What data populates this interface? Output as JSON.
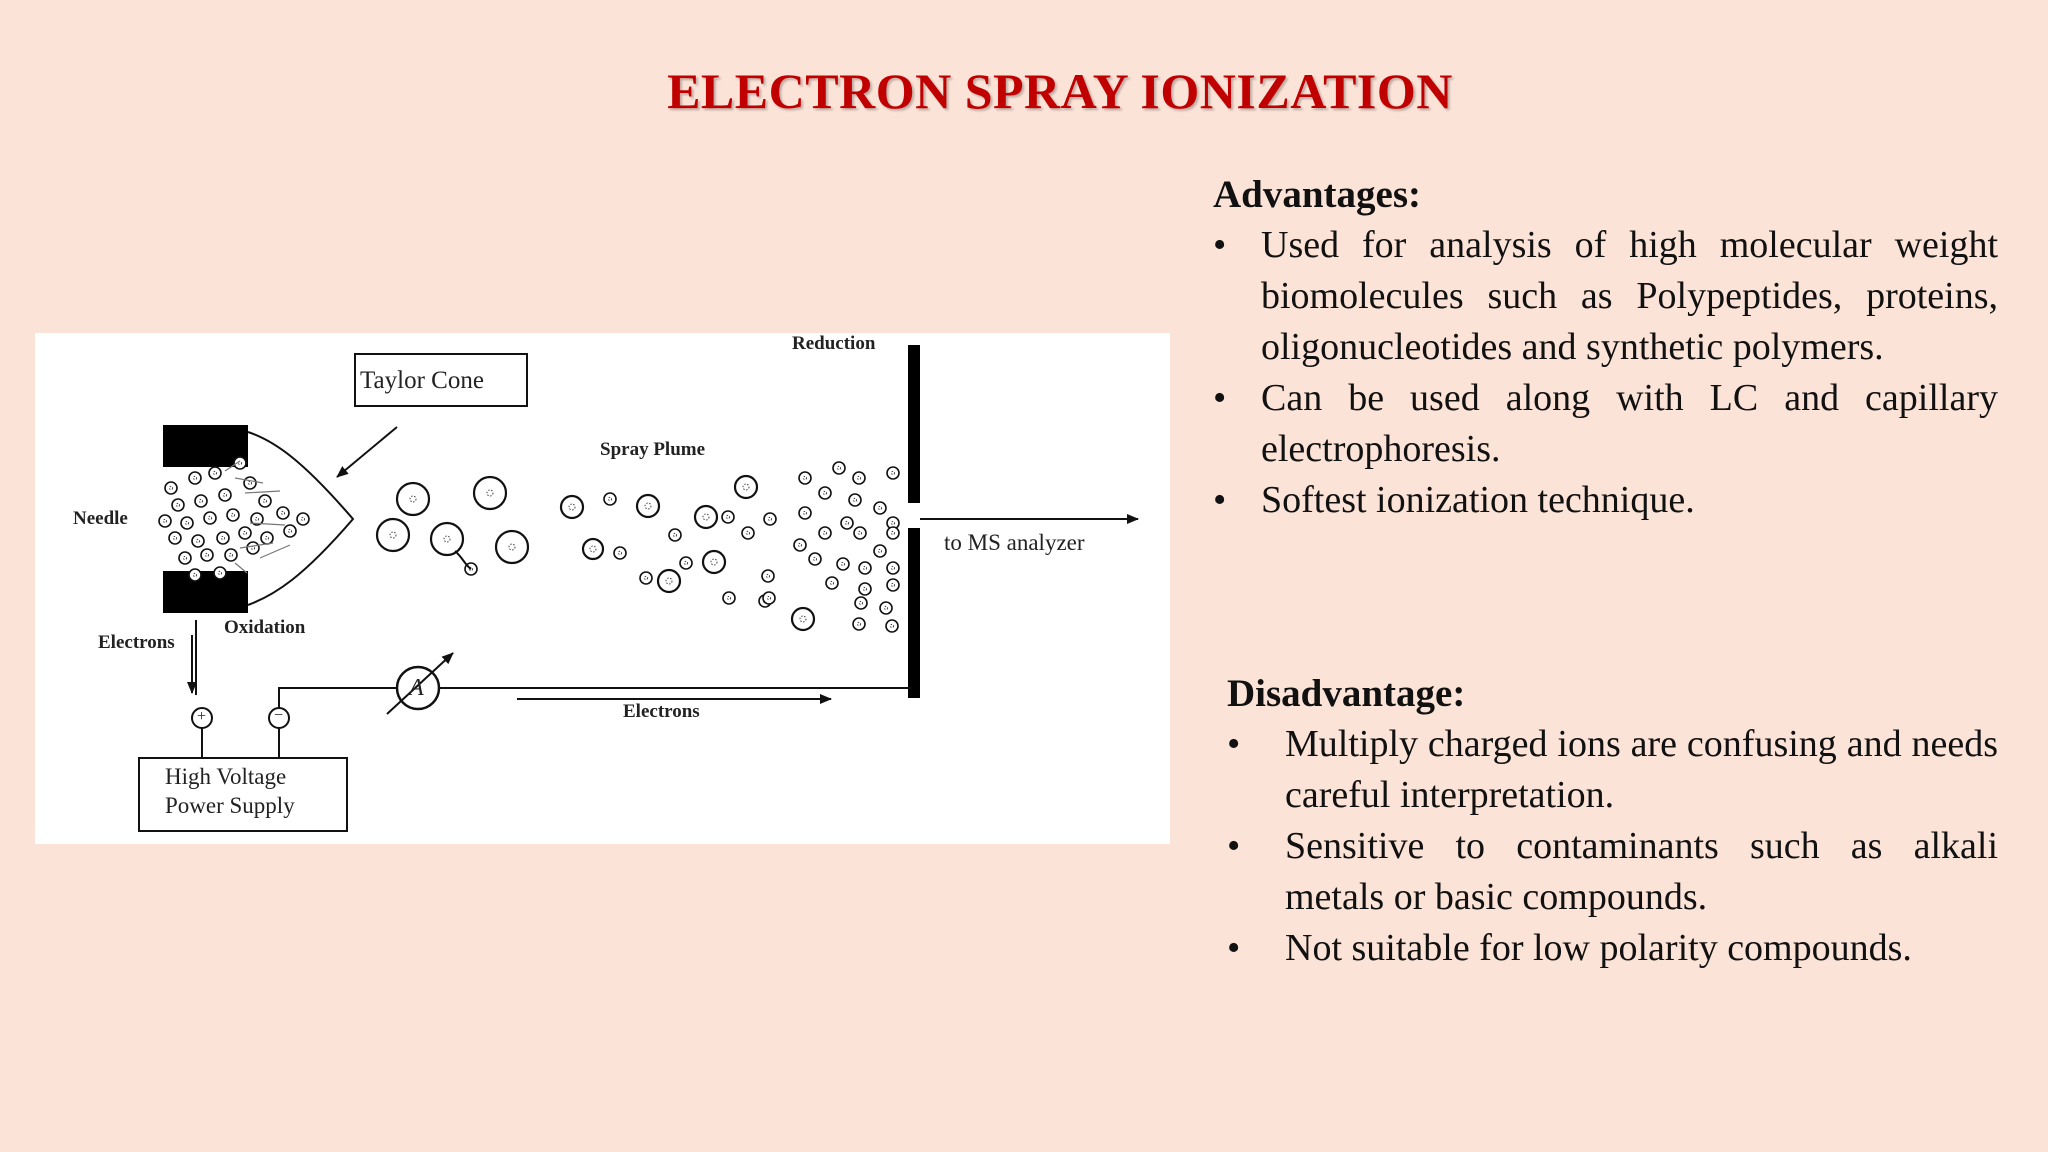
{
  "title": "ELECTRON SPRAY IONIZATION",
  "diagram": {
    "labels": {
      "taylor_cone": "Taylor Cone",
      "needle": "Needle",
      "spray_plume": "Spray Plume",
      "reduction": "Reduction",
      "oxidation": "Oxidation",
      "electrons_left": "Electrons",
      "electrons_bottom": "Electrons",
      "to_ms": "to MS analyzer",
      "power_supply_1": "High Voltage",
      "power_supply_2": "Power Supply",
      "ammeter": "A",
      "plus": "+",
      "minus": "−"
    }
  },
  "advantages": {
    "heading": "Advantages:",
    "items": [
      "Used for analysis of high molecular weight biomolecules such as Polypeptides, proteins, oligonucleotides and synthetic polymers.",
      "Can be used along with LC and capillary electrophoresis.",
      "Softest ionization technique."
    ]
  },
  "disadvantages": {
    "heading": "Disadvantage:",
    "items": [
      "Multiply charged ions are confusing and needs careful interpretation.",
      "Sensitive to contaminants such as alkali metals or basic compounds.",
      "Not suitable for low polarity compounds."
    ]
  },
  "colors": {
    "background": "#fbe3d8",
    "title": "#c00000",
    "diagram_bg": "#ffffff"
  }
}
